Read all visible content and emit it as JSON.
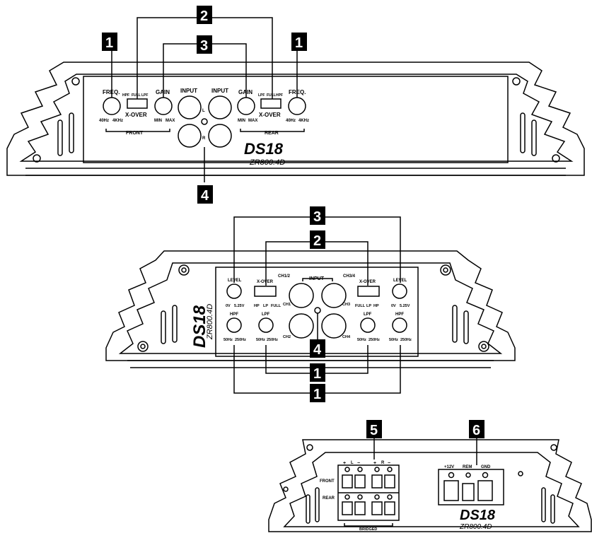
{
  "callouts": {
    "c1": "1",
    "c2": "2",
    "c3": "3",
    "c4": "4",
    "c5": "5",
    "c6": "6"
  },
  "top_panel": {
    "freq": "FREQ.",
    "hpf": "HPF",
    "full": "FULL",
    "lpf": "LPF",
    "xover": "X-OVER",
    "gain": "GAIN",
    "input": "INPUT",
    "l": "L",
    "r": "R",
    "hz40": "40Hz",
    "khz4": "4KHz",
    "min": "MIN",
    "max": "MAX",
    "front": "FRONT",
    "rear": "REAR",
    "logo": "DS18",
    "model": "ZR800.4D"
  },
  "middle_panel": {
    "level": "LEVEL",
    "xover": "X-OVER",
    "ch12": "CH1/2",
    "ch34": "CH3/4",
    "input": "INPUT",
    "ch1": "CH1",
    "ch2": "CH2",
    "ch3": "CH3",
    "ch4": "CH4",
    "v0": "0V",
    "v525": "5.25V",
    "hp": "HP",
    "lp": "LP",
    "full": "FULL",
    "hpf": "HPF",
    "lpf": "LPF",
    "hz50": "50Hz",
    "hz250": "250Hz",
    "logo": "DS18",
    "model": "ZR800.4D"
  },
  "bottom_panel": {
    "plus": "+",
    "minus": "−",
    "l": "L",
    "r": "R",
    "front": "FRONT",
    "rear": "REAR",
    "bridged": "BRIDGED",
    "v12": "+12V",
    "rem": "REM",
    "gnd": "GND",
    "logo": "DS18",
    "model": "ZR800.4D"
  }
}
